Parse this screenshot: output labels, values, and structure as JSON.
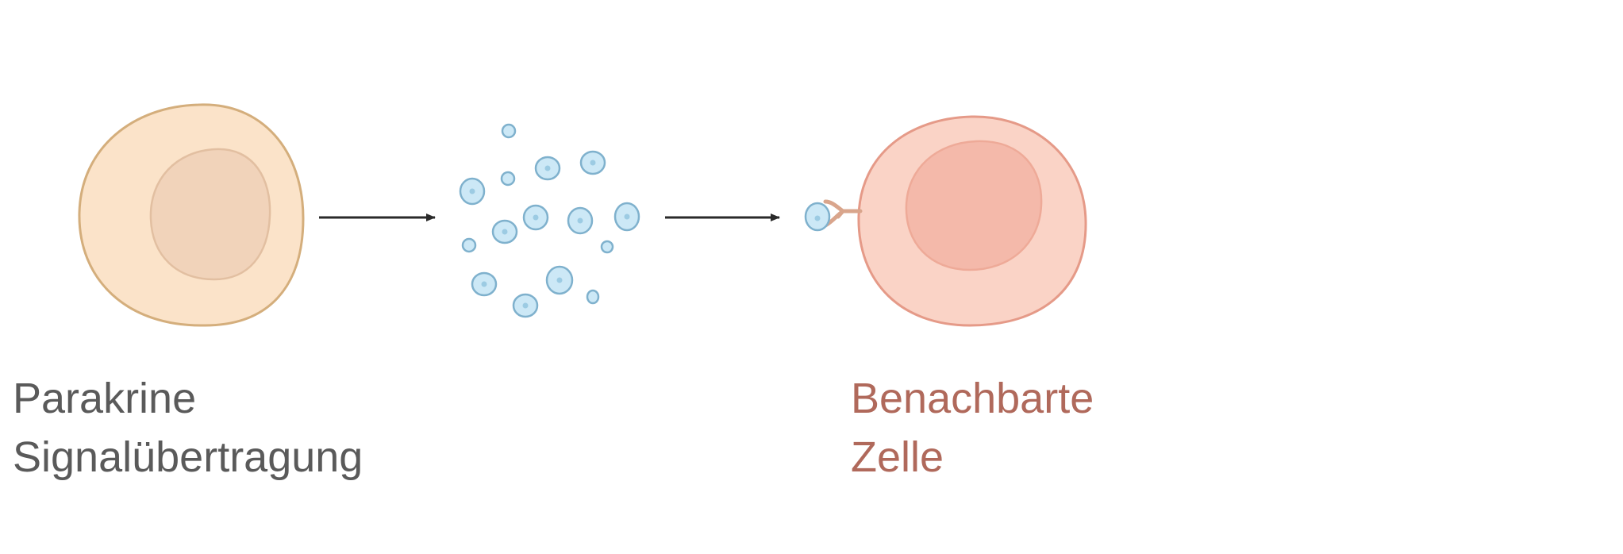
{
  "labels": {
    "source_line1": "Parakrine",
    "source_line2": "Signalübertragung",
    "target_line1": "Benachbarte",
    "target_line2": "Zelle"
  },
  "colors": {
    "source_cell_fill": "#fbe3c9",
    "source_cell_stroke": "#d4ae7c",
    "source_nucleus_fill": "#f1d3ba",
    "target_cell_fill": "#fad3c6",
    "target_cell_stroke": "#e59a88",
    "target_nucleus_fill": "#f4b9aa",
    "molecule_fill": "#cce8f6",
    "molecule_stroke": "#7fb1cd",
    "arrow": "#2a2a2a",
    "source_text": "#5a5a5a",
    "target_text": "#b0695b"
  },
  "icons": [
    "signaling-cell-icon",
    "signal-molecule-icon",
    "receptor-icon",
    "target-cell-icon",
    "arrow-icon"
  ]
}
